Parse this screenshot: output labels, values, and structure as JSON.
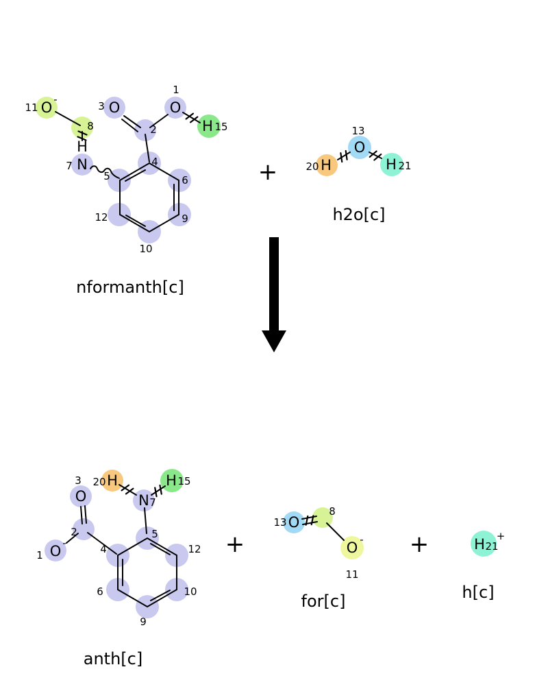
{
  "colors": {
    "highlight_ring": "#c9c9f0",
    "highlight_green": "#8ae88a",
    "highlight_yellowgreen": "#d7f395",
    "highlight_yellow": "#eef79e",
    "highlight_blue": "#a2d9f4",
    "highlight_orange": "#f8c87e",
    "highlight_teal": "#8df3d4",
    "oxygen_text": "#e60000",
    "nitrogen_text": "#2222dd"
  },
  "operators": {
    "plus": "+"
  },
  "nformanth": {
    "label": "nformanth[c]",
    "atoms": {
      "num1": "1",
      "o1": "O",
      "num3": "3",
      "o3": "O",
      "num2": "2",
      "num11": "11",
      "o11": "O",
      "o11_charge": "-",
      "num8": "8",
      "amide_h": "H",
      "num7": "7",
      "n7": "N",
      "h15": "H",
      "num15": "15",
      "num4": "4",
      "num5": "5",
      "num6": "6",
      "num9": "9",
      "num10": "10",
      "num12": "12"
    }
  },
  "h2o": {
    "label": "h2o[c]",
    "atoms": {
      "num13": "13",
      "o13": "O",
      "num20": "20",
      "h20": "H",
      "h21": "H",
      "num21": "21"
    }
  },
  "anth": {
    "label": "anth[c]",
    "atoms": {
      "num3": "3",
      "o3": "O",
      "num20": "20",
      "h20": "H",
      "num7": "7",
      "n7": "N",
      "h15": "H",
      "num15": "15",
      "num2": "2",
      "num1": "1",
      "o1": "O",
      "o1_charge": "-",
      "num4": "4",
      "num5": "5",
      "num6": "6",
      "num9": "9",
      "num10": "10",
      "num12": "12"
    }
  },
  "for": {
    "label": "for[c]",
    "atoms": {
      "num13": "13",
      "o13": "O",
      "num8": "8",
      "o11": "O",
      "o11_charge": "-",
      "num11": "11"
    }
  },
  "h": {
    "label": "h[c]",
    "atoms": {
      "h21": "H",
      "num21": "21",
      "charge": "+"
    }
  }
}
